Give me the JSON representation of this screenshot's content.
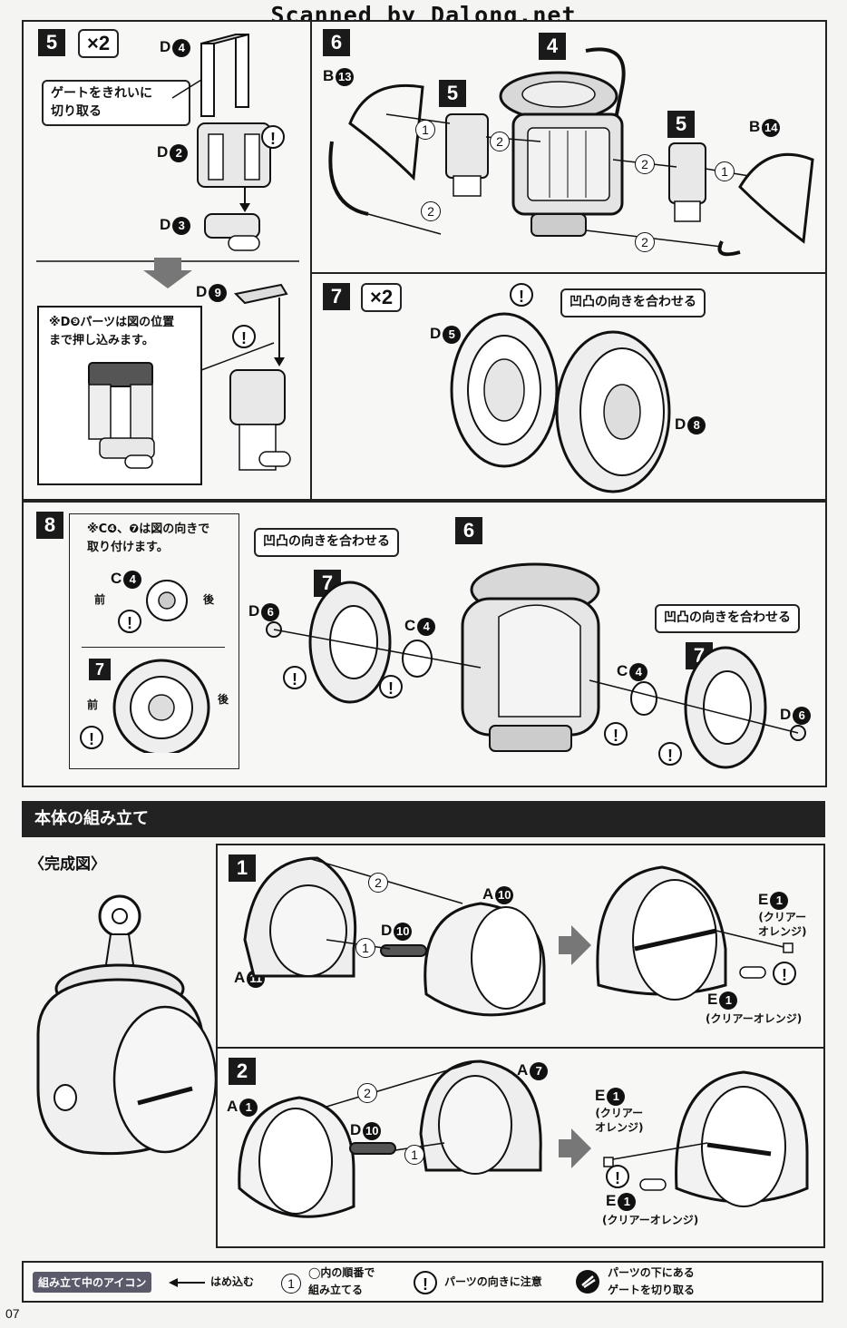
{
  "watermark": "Scanned by Dalong.net",
  "page_number": "07",
  "step5": {
    "num": "5",
    "mult": "×2",
    "parts": {
      "d4": "D",
      "d4n": "4",
      "d2": "D",
      "d2n": "2",
      "d3": "D",
      "d3n": "3",
      "d9": "D",
      "d9n": "9"
    },
    "callout": [
      "ゲートをきれいに",
      "切り取る"
    ],
    "note": [
      "※D❾パーツは図の位置",
      "まで押し込みます。"
    ]
  },
  "step6": {
    "num": "6",
    "top_num": "4",
    "parts": {
      "b13": "B",
      "b13n": "13",
      "b14": "B",
      "b14n": "14",
      "s5a": "5",
      "s5b": "5"
    }
  },
  "step7": {
    "num": "7",
    "mult": "×2",
    "callout": "凹凸の向きを合わせる",
    "parts": {
      "d5": "D",
      "d5n": "5",
      "d8": "D",
      "d8n": "8"
    }
  },
  "step8": {
    "num": "8",
    "note": [
      "※C❹、❼は図の向きで",
      "取り付けます。"
    ],
    "front": "前",
    "back": "後",
    "callout_left": "凹凸の向きを合わせる",
    "callout_right": "凹凸の向きを合わせる",
    "parts": {
      "c4": "C",
      "c4n": "4",
      "s7": "7",
      "s6": "6",
      "d6": "D",
      "d6n": "6"
    }
  },
  "section": {
    "title": "本体の組み立て",
    "complete": "〈完成図〉"
  },
  "step1": {
    "num": "1",
    "parts": {
      "a10": "A",
      "a10n": "10",
      "a11": "A",
      "a11n": "11",
      "d10": "D",
      "d10n": "10",
      "e1": "E",
      "e1n": "1"
    },
    "clear_orange_a": [
      "(クリアー",
      "オレンジ)"
    ],
    "clear_orange_b": "(クリアーオレンジ)"
  },
  "step2": {
    "num": "2",
    "parts": {
      "a1": "A",
      "a1n": "1",
      "a7": "A",
      "a7n": "7",
      "d10": "D",
      "d10n": "10",
      "e1": "E",
      "e1n": "1"
    },
    "clear_orange_a": [
      "(クリアー",
      "オレンジ)"
    ],
    "clear_orange_b": "(クリアーオレンジ)"
  },
  "legend": {
    "badge": "組み立て中のアイコン",
    "insert": "はめ込む",
    "order": [
      "◯内の順番で",
      "組み立てる"
    ],
    "direction": "パーツの向きに注意",
    "gate": [
      "パーツの下にある",
      "ゲートを切り取る"
    ]
  }
}
